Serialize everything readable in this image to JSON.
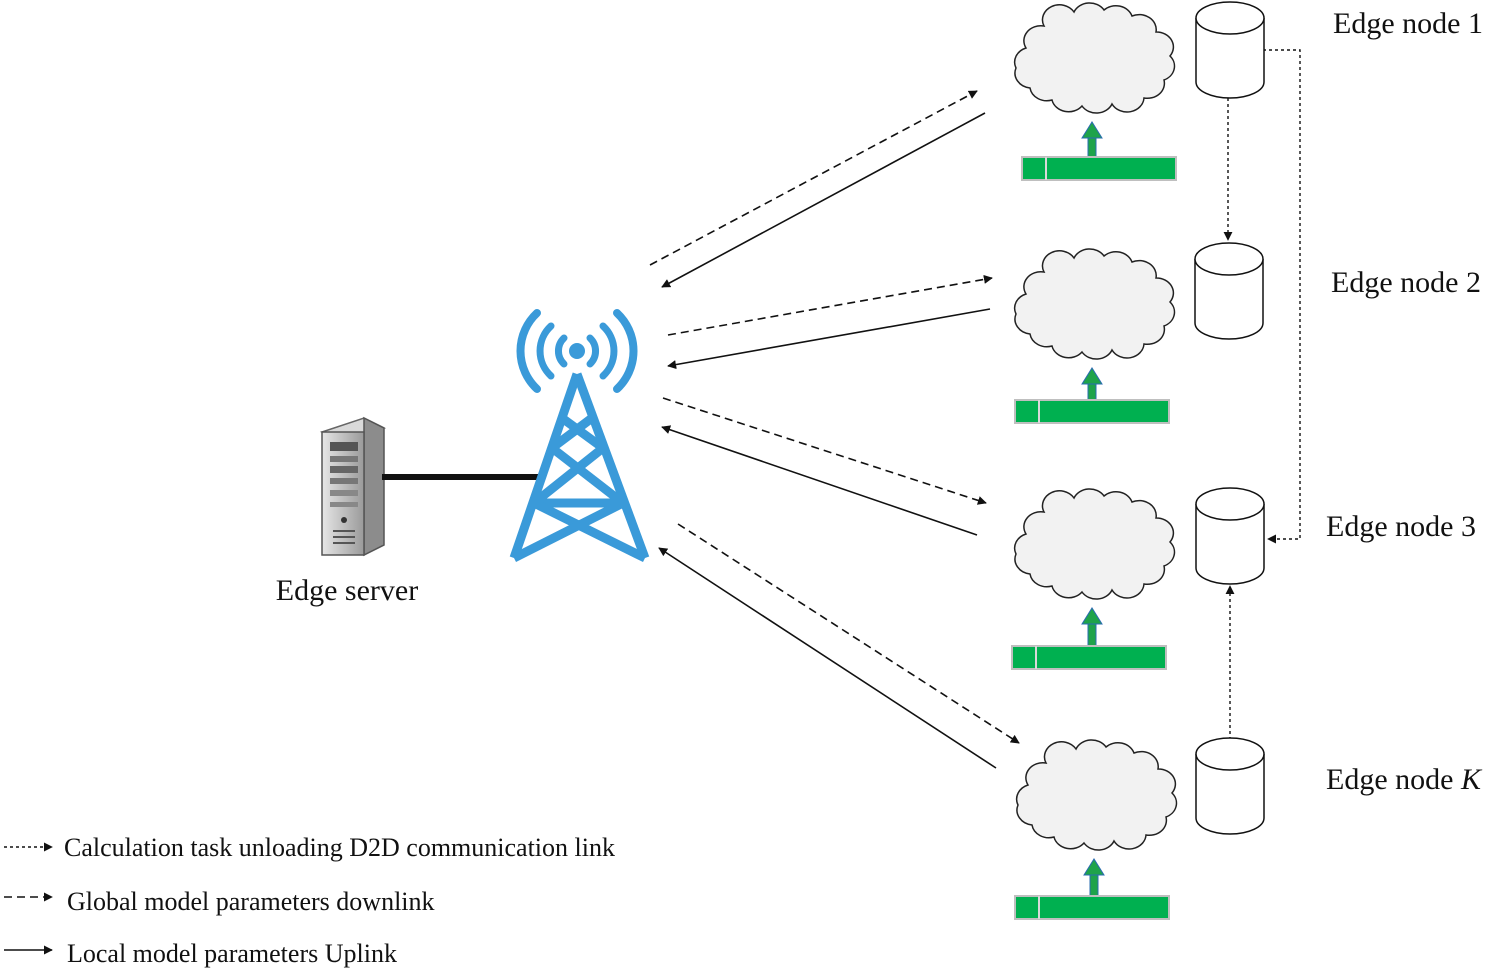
{
  "server": {
    "label": "Edge server"
  },
  "nodes": [
    {
      "label": "Edge node 1",
      "num": "1"
    },
    {
      "label": "Edge node 2",
      "num": "2"
    },
    {
      "label": "Edge node 3",
      "num": "3"
    },
    {
      "label": "Edge node ",
      "num": "K"
    }
  ],
  "legend": [
    {
      "label": "Calculation task unloading D2D communication link",
      "line": "dotted"
    },
    {
      "label": "Global model parameters  downlink",
      "line": "dashed"
    },
    {
      "label": "Local model parameters  Uplink",
      "line": "solid"
    }
  ],
  "colors": {
    "tower": "#3a9ad9",
    "device_bar": "#00b050",
    "upload_arrow": "#1fa34a",
    "cloud": "#f2f2f2"
  }
}
